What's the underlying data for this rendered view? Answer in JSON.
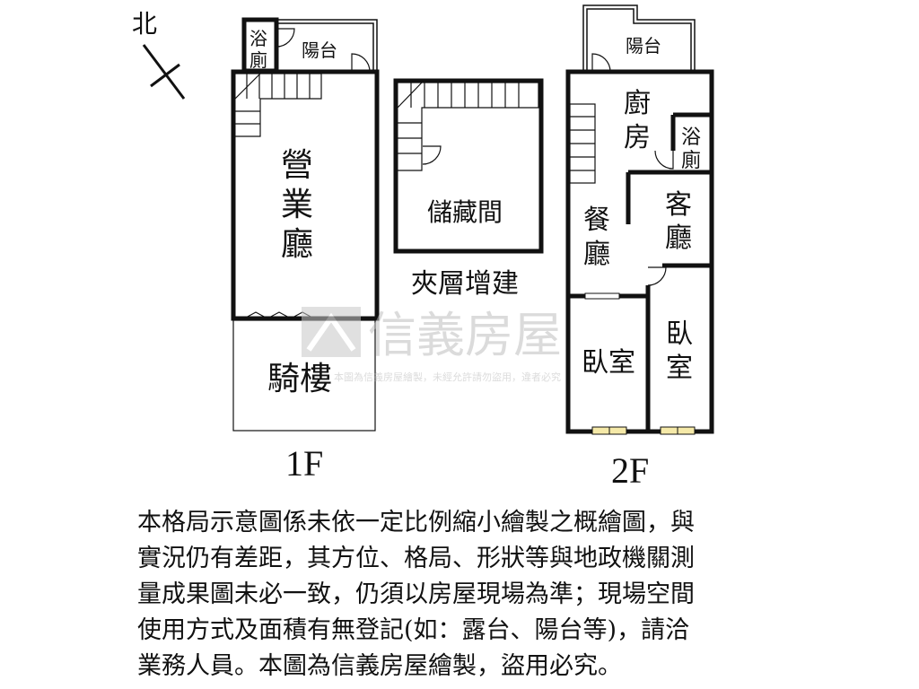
{
  "compass": {
    "label": "北"
  },
  "floor1": {
    "level": "1F",
    "rooms": {
      "bathroom": [
        "浴",
        "廁"
      ],
      "balcony": "陽台",
      "hall": [
        "營",
        "業",
        "廳"
      ],
      "arcade": "騎樓"
    }
  },
  "mezzanine": {
    "storage": "儲藏間",
    "caption": "夾層增建"
  },
  "floor2": {
    "level": "2F",
    "rooms": {
      "balcony": "陽台",
      "kitchen": [
        "廚",
        "房"
      ],
      "bathroom": [
        "浴",
        "廁"
      ],
      "living": [
        "客",
        "廳"
      ],
      "dining": [
        "餐",
        "廳"
      ],
      "bedroom_left": "臥室",
      "bedroom_right": [
        "臥",
        "室"
      ]
    }
  },
  "watermark": {
    "logo_text": "信義房屋",
    "notice": "本圖為信義房屋繪製，未經允許請勿盜用，違者必究"
  },
  "disclaimer": [
    "本格局示意圖係未依一定比例縮小繪製之概繪圖，與",
    "實況仍有差距，其方位、格局、形狀等與地政機關測",
    "量成果圖未必一致，仍須以房屋現場為準；現場空間",
    "使用方式及面積有無登記(如：露台、陽台等)，請洽",
    "業務人員。本圖為信義房屋繪製，盜用必究。"
  ]
}
